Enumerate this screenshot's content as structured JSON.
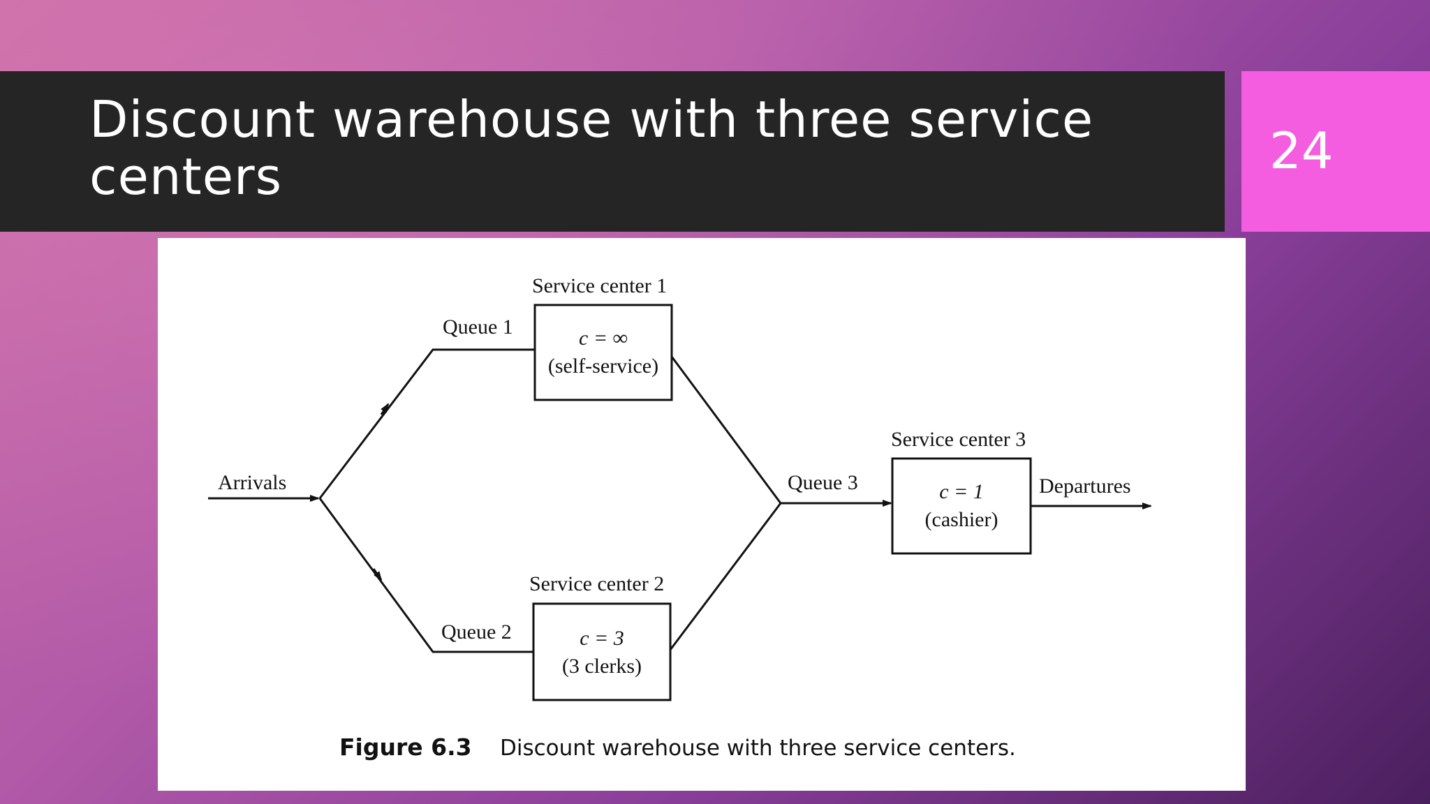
{
  "slide": {
    "title": "Discount warehouse with three service centers",
    "page_number": "24"
  },
  "diagram": {
    "arrivals_label": "Arrivals",
    "departures_label": "Departures",
    "queues": [
      "Queue 1",
      "Queue 2",
      "Queue 3"
    ],
    "service_centers": [
      {
        "title": "Service center 1",
        "capacity": "c = ∞",
        "note": "(self-service)"
      },
      {
        "title": "Service center 2",
        "capacity": "c = 3",
        "note": "(3 clerks)"
      },
      {
        "title": "Service center 3",
        "capacity": "c = 1",
        "note": "(cashier)"
      }
    ],
    "caption_label": "Figure 6.3",
    "caption_text": "Discount warehouse with three service centers."
  },
  "colors": {
    "title_bar": "#262526",
    "page_badge": "#f45de0",
    "figure_background": "#ffffff"
  }
}
